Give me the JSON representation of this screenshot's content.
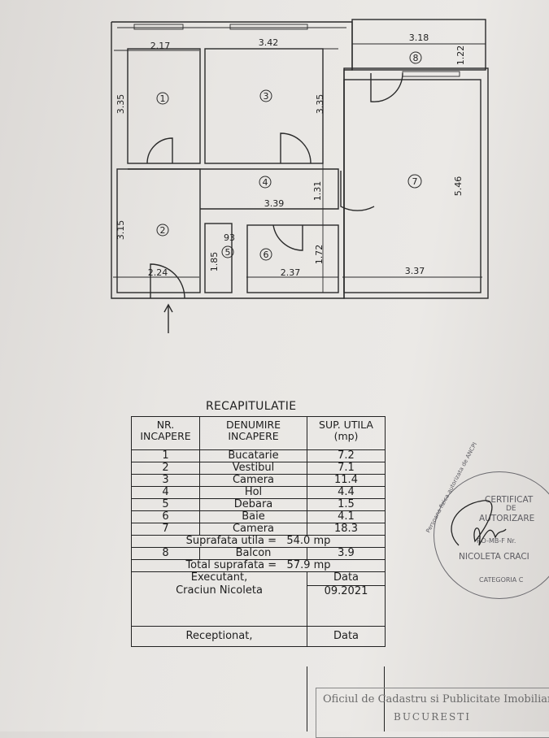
{
  "floor_plan": {
    "rooms": [
      {
        "number": "1"
      },
      {
        "number": "2"
      },
      {
        "number": "3"
      },
      {
        "number": "4"
      },
      {
        "number": "5"
      },
      {
        "number": "6"
      },
      {
        "number": "7"
      },
      {
        "number": "8"
      }
    ],
    "dimensions": {
      "room1_width": "2.17",
      "room1_height": "3.35",
      "room3_width": "3.42",
      "room3_height": "3.35",
      "balcony_width": "3.18",
      "balcony_depth": "1.22",
      "hall_length": "3.39",
      "hall_width": "1.31",
      "room2_height": "3.15",
      "room2_width": "2.24",
      "closet_width": "93",
      "closet_height": "1.85",
      "bath_width": "2.37",
      "bath_height": "1.72",
      "room7_width": "3.37",
      "room7_height": "5.46"
    }
  },
  "summary": {
    "title": "RECAPITULATIE",
    "headers": [
      "NR. INCAPERE",
      "DENUMIRE INCAPERE",
      "SUP. UTILA (mp)"
    ],
    "rows": [
      {
        "nr": "1",
        "name": "Bucatarie",
        "area": "7.2"
      },
      {
        "nr": "2",
        "name": "Vestibul",
        "area": "7.1"
      },
      {
        "nr": "3",
        "name": "Camera",
        "area": "11.4"
      },
      {
        "nr": "4",
        "name": "Hol",
        "area": "4.4"
      },
      {
        "nr": "5",
        "name": "Debara",
        "area": "1.5"
      },
      {
        "nr": "6",
        "name": "Baie",
        "area": "4.1"
      },
      {
        "nr": "7",
        "name": "Camera",
        "area": "18.3"
      }
    ],
    "useful_area": "Suprafata utila =   54.0 mp",
    "balcony": {
      "nr": "8",
      "name": "Balcon",
      "area": "3.9"
    },
    "total_area": "Total suprafata =   57.9 mp",
    "executant_label": "Executant,",
    "executant_name": "Craciun Nicoleta",
    "date_label": "Data",
    "date_value": "09.2021",
    "received_label": "Receptionat,",
    "received_date_label": "Data"
  },
  "stamp": {
    "ring_text": "Persoana fizica autorizata de ANCPI",
    "line1": "CERTIFICAT",
    "line2": "DE",
    "line3": "AUTORIZARE",
    "series": "RO-MB-F Nr.",
    "name": "NICOLETA CRACI",
    "category": "CATEGORIA C"
  },
  "office_stamp": {
    "line1": "Oficiul de Cadastru si Publicitate Imobiliara",
    "line2": "BUCURESTI"
  }
}
